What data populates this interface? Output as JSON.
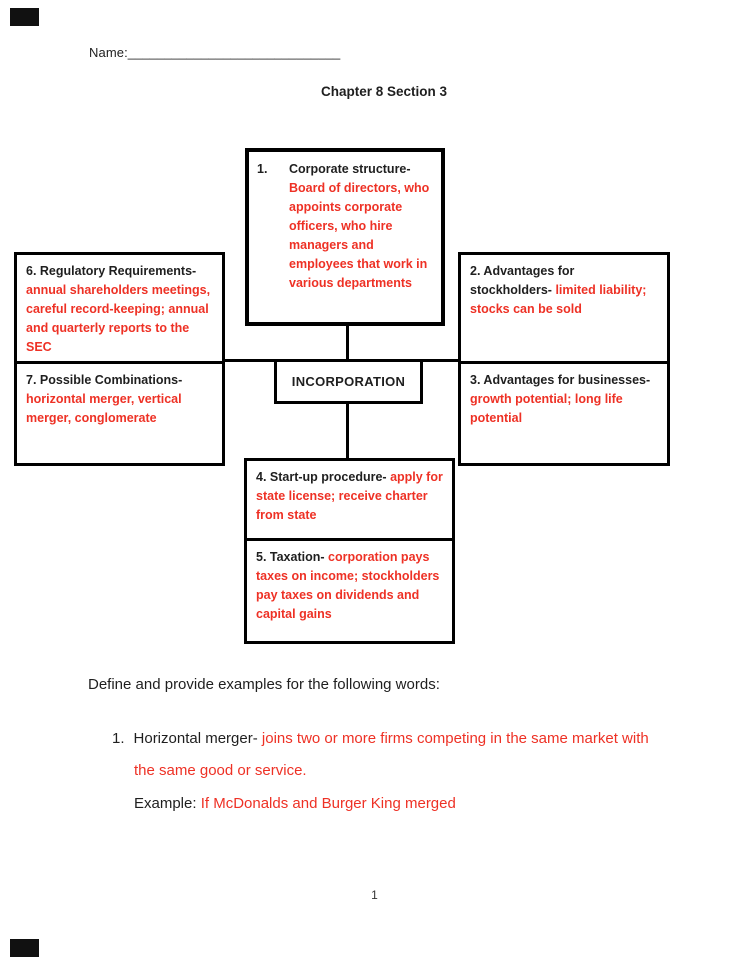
{
  "page": {
    "name_label": "Name:",
    "name_line": "_____________________________",
    "title": "Chapter 8 Section 3",
    "page_number": "1"
  },
  "colors": {
    "answer_red": "#ee3125",
    "text_black": "#1f1f1f"
  },
  "diagram": {
    "center_label": "INCORPORATION",
    "boxes": [
      {
        "number": "1.",
        "term": "Corporate structure-",
        "definition": "Board of directors, who appoints corporate officers, who hire managers and employees that work in various departments"
      },
      {
        "term": "2. Advantages for stockholders-",
        "definition": "limited liability; stocks can be sold"
      },
      {
        "term": "3. Advantages for businesses-",
        "definition": "growth potential; long life potential"
      },
      {
        "term": "4. Start-up procedure-",
        "definition": "apply for state license; receive charter from state"
      },
      {
        "term": "5. Taxation-",
        "definition": "corporation pays taxes on income; stockholders pay taxes on dividends and capital gains"
      },
      {
        "term": "6. Regulatory Requirements-",
        "definition": "annual shareholders meetings, careful record-keeping; annual and quarterly reports to the SEC"
      },
      {
        "term": "7. Possible Combinations-",
        "definition": "horizontal merger, vertical merger, conglomerate"
      }
    ]
  },
  "exercise": {
    "prompt": "Define and provide examples for the following words:",
    "items": [
      {
        "number": "1.",
        "term": "Horizontal merger-",
        "definition_line1": "joins two or more firms competing in the same market with",
        "definition_line2": "the same good or service.",
        "example_label": "Example:",
        "example_text": "If McDonalds and Burger King merged"
      }
    ]
  }
}
